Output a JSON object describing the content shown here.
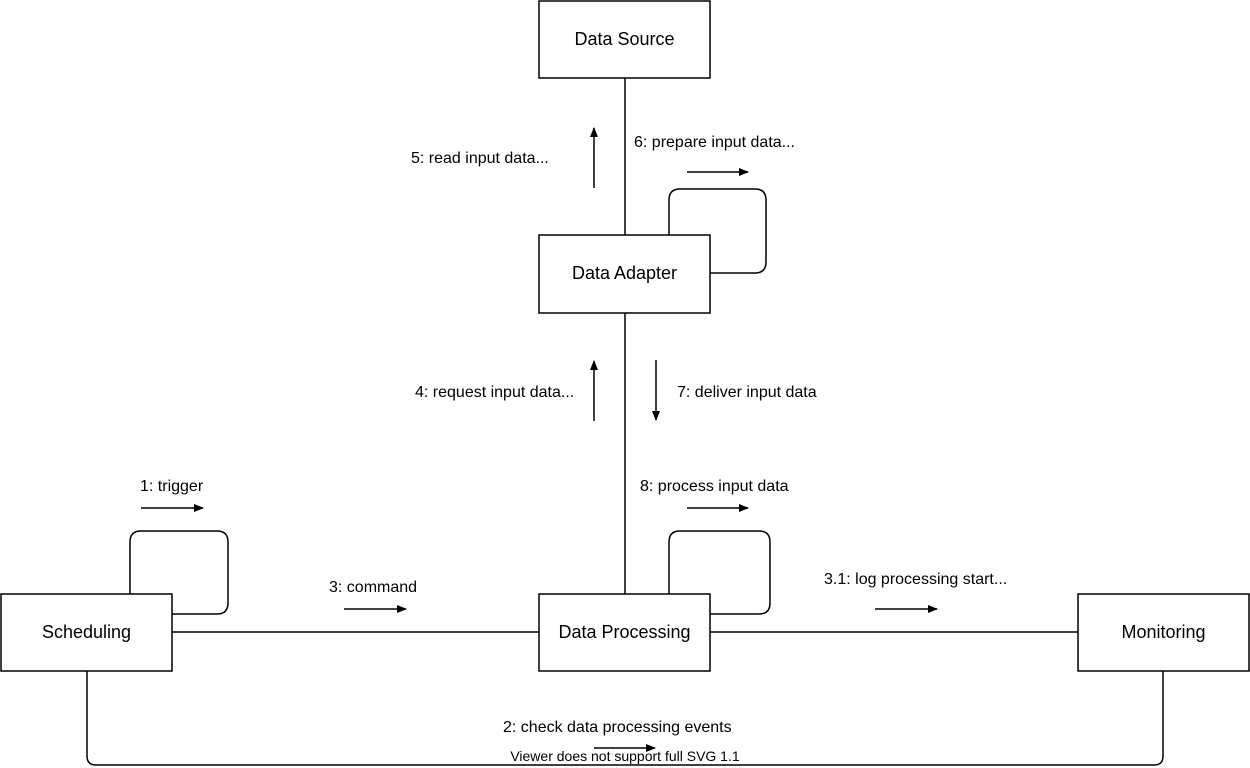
{
  "nodes": {
    "data_source": "Data Source",
    "data_adapter": "Data Adapter",
    "scheduling": "Scheduling",
    "data_processing": "Data Processing",
    "monitoring": "Monitoring"
  },
  "messages": {
    "m1": "1: trigger",
    "m2": "2: check data processing events",
    "m3": "3: command",
    "m3_1": "3.1: log processing start...",
    "m4": "4: request input data...",
    "m5": "5: read input data...",
    "m6": "6: prepare input data...",
    "m7": "7: deliver input data",
    "m8": "8: process input data"
  },
  "footer_note": "Viewer does not support full SVG 1.1"
}
